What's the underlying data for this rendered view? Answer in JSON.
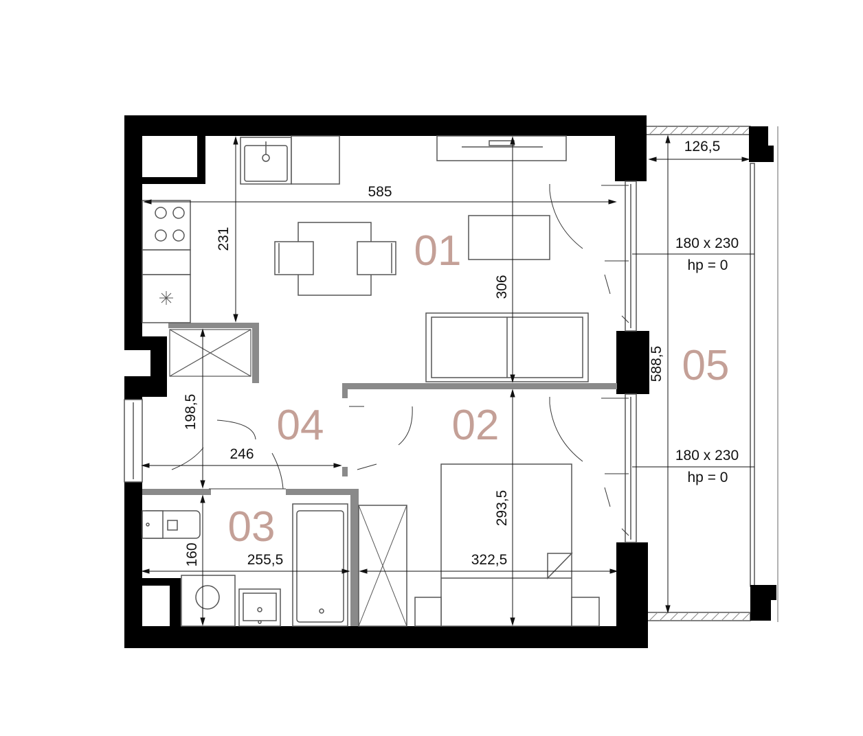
{
  "colors": {
    "wall": "#000000",
    "partition": "#8a8a8a",
    "furniture": "#555555",
    "room_label": "#c4a097",
    "dimension": "#111111"
  },
  "rooms": [
    {
      "id": "room_01",
      "label": "01"
    },
    {
      "id": "room_02",
      "label": "02"
    },
    {
      "id": "room_03",
      "label": "03"
    },
    {
      "id": "room_04",
      "label": "04"
    },
    {
      "id": "room_05",
      "label": "05"
    }
  ],
  "dimensions": {
    "d585": "585",
    "d231": "231",
    "d306": "306",
    "d126_5": "126,5",
    "d588_5": "588,5",
    "d198_5": "198,5",
    "d246": "246",
    "d293_5": "293,5",
    "d160": "160",
    "d255_5": "255,5",
    "d322_5": "322,5"
  },
  "balcony_doors": [
    {
      "size": "180 x 230",
      "note": "hp = 0"
    },
    {
      "size": "180 x 230",
      "note": "hp = 0"
    }
  ],
  "icons": [
    "sink-icon",
    "stove-icon",
    "fridge-icon",
    "table-icon",
    "sofa-icon",
    "bed-icon",
    "bathtub-icon",
    "toilet-icon",
    "washing-machine-icon",
    "shower-icon"
  ]
}
